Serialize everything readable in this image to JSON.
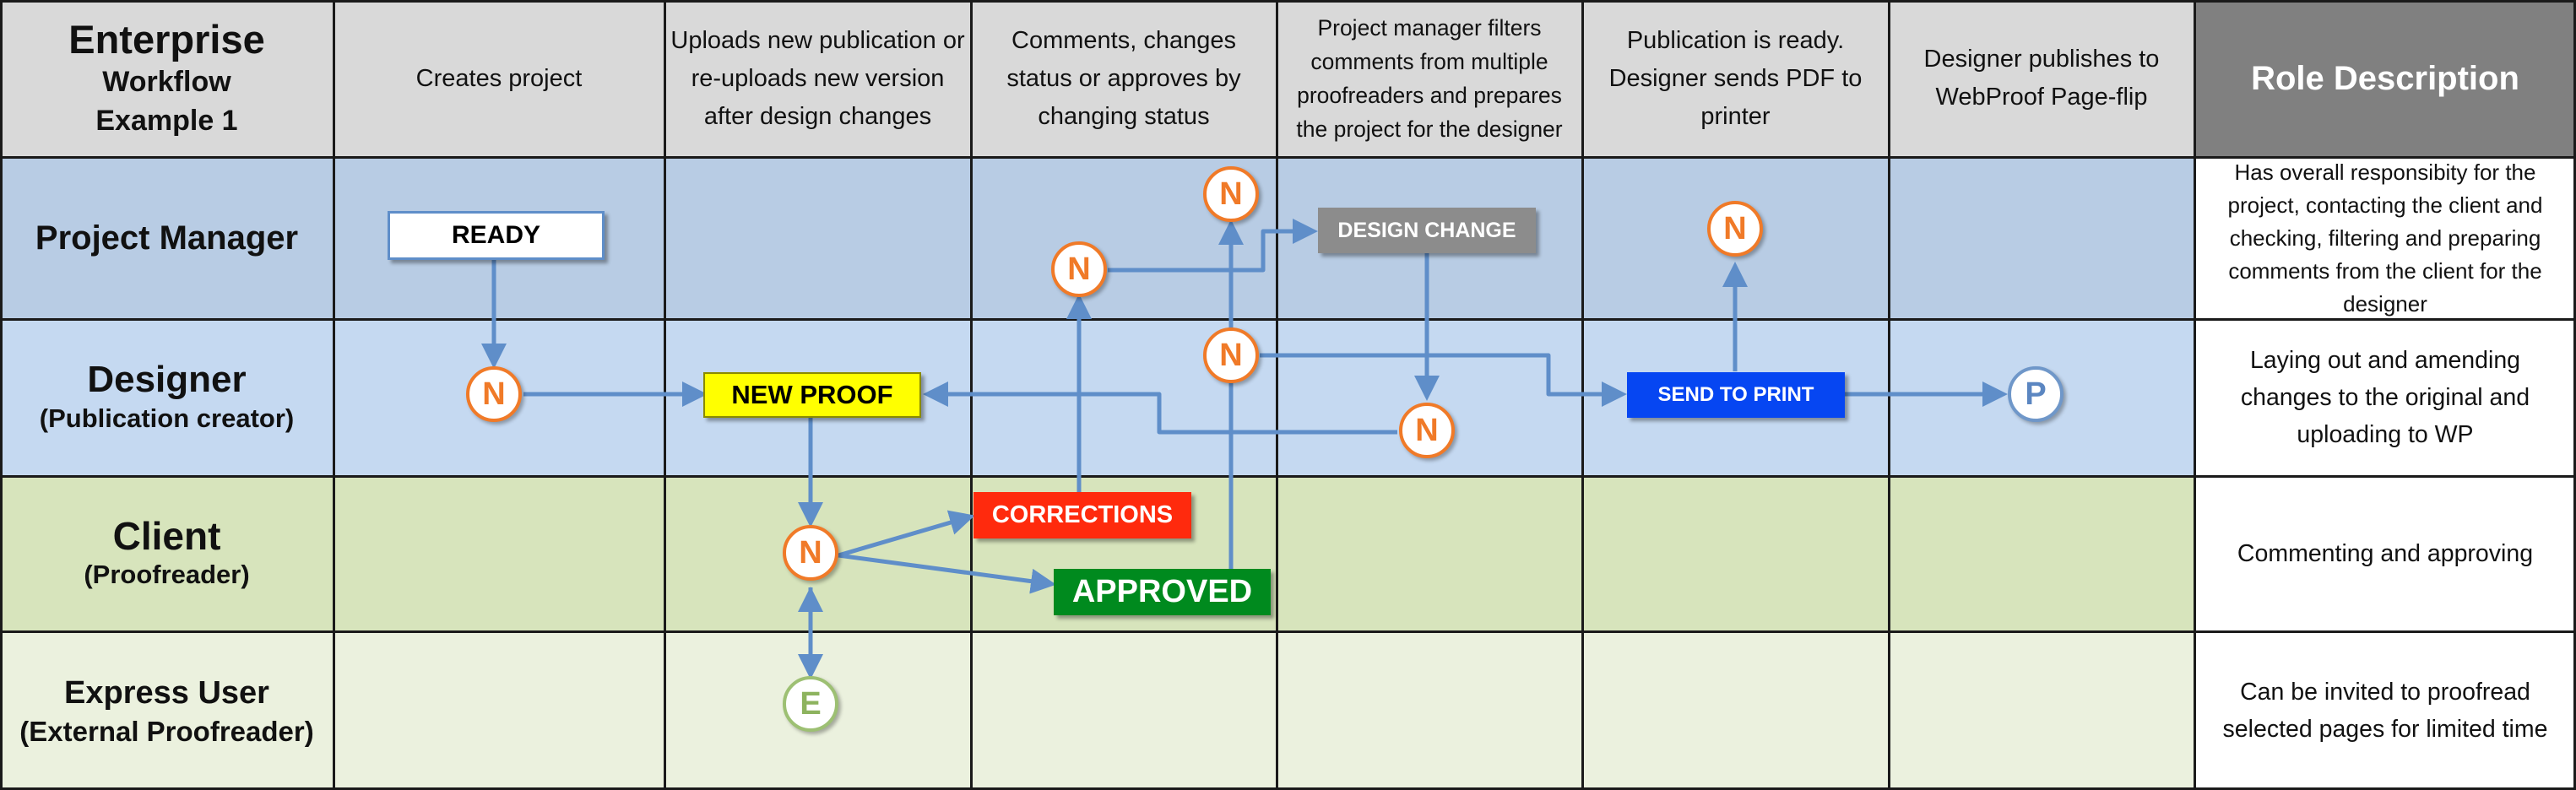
{
  "title": {
    "line1": "Enterprise",
    "line2": "Workflow",
    "line3": "Example 1"
  },
  "columns": [
    "Creates project",
    "Uploads new publication or re-uploads new version after design changes",
    "Comments, changes status or approves by changing status",
    "Project manager filters comments from multiple proofreaders and prepares the project for the designer",
    "Publication is ready. Designer sends PDF to printer",
    "Designer publishes to WebProof Page-flip"
  ],
  "role_description_header": "Role Description",
  "rows": [
    {
      "role": "Project Manager",
      "sub": "",
      "description": "Has overall responsibity for the project, contacting the client and checking, filtering and preparing comments from the client for the designer"
    },
    {
      "role": "Designer",
      "sub": "(Publication creator)",
      "description": "Laying out and amending changes to the original and uploading to WP"
    },
    {
      "role": "Client",
      "sub": "(Proofreader)",
      "description": "Commenting and approving"
    },
    {
      "role": "Express User",
      "sub": "(External Proofreader)",
      "description": "Can be invited to proofread selected pages for limited time"
    }
  ],
  "boxes": {
    "ready": "READY",
    "new_proof": "NEW PROOF",
    "corrections": "CORRECTIONS",
    "approved": "APPROVED",
    "design_change": "DESIGN CHANGE",
    "send_to_print": "SEND TO PRINT"
  },
  "nodes": {
    "n": "N",
    "p": "P",
    "e": "E"
  },
  "colors": {
    "header_bg": "#d9d9d9",
    "role_header_bg": "#808080",
    "project_manager_row": "#b8cce4",
    "designer_row": "#c5d9f1",
    "client_row": "#d7e4bc",
    "express_row": "#ebf1de",
    "arrow": "#5f8ec9",
    "ready_box": "#ffffff",
    "new_proof_box": "#ffff00",
    "corrections_box": "#ff2a0d",
    "approved_box": "#008a1e",
    "design_change_box": "#8c8c8c",
    "send_to_print_box": "#0646f2",
    "node_n_ring": "#f07a28",
    "node_p_ring": "#6f97c9",
    "node_e_ring": "#9dc073"
  }
}
